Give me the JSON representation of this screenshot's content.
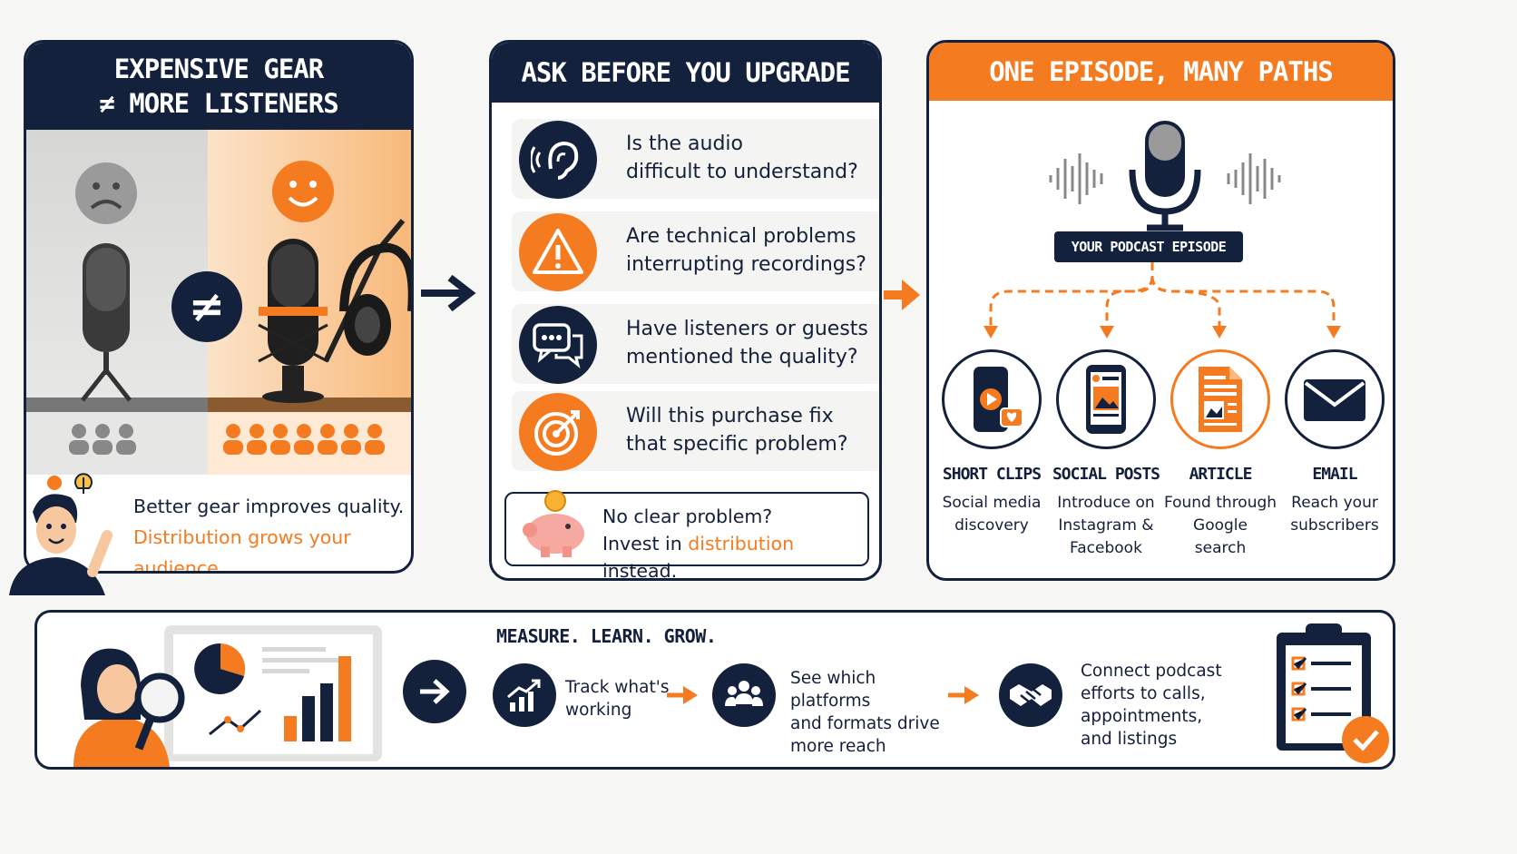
{
  "panel1": {
    "title_line1": "EXPENSIVE GEAR",
    "title_line2": "≠ MORE LISTENERS",
    "neq_symbol": "≠",
    "caption_line1": "Better gear improves quality.",
    "caption_line2": "Distribution grows your audience."
  },
  "panel2": {
    "title": "ASK BEFORE YOU UPGRADE",
    "questions": [
      {
        "line1": "Is the audio",
        "line2": "difficult to understand?",
        "icon": "ear-icon"
      },
      {
        "line1": "Are technical problems",
        "line2": "interrupting recordings?",
        "icon": "warning-icon"
      },
      {
        "line1": "Have listeners or guests",
        "line2": "mentioned the quality?",
        "icon": "chat-icon"
      },
      {
        "line1": "Will this purchase fix",
        "line2": "that specific problem?",
        "icon": "target-icon"
      }
    ],
    "tip_line1": "No clear problem?",
    "tip_prefix": "Invest in ",
    "tip_highlight": "distribution",
    "tip_suffix": " instead."
  },
  "panel3": {
    "title": "ONE EPISODE, MANY PATHS",
    "episode_label": "YOUR PODCAST EPISODE",
    "paths": [
      {
        "title": "SHORT CLIPS",
        "desc_lines": [
          "Social media",
          "discovery"
        ],
        "icon": "phone-video-icon"
      },
      {
        "title": "SOCIAL POSTS",
        "desc_lines": [
          "Introduce on",
          "Instagram &",
          "Facebook"
        ],
        "icon": "social-post-icon"
      },
      {
        "title": "ARTICLE",
        "desc_lines": [
          "Found through",
          "Google",
          "search"
        ],
        "icon": "article-icon"
      },
      {
        "title": "EMAIL",
        "desc_lines": [
          "Reach your",
          "subscribers"
        ],
        "icon": "envelope-icon"
      }
    ]
  },
  "bottom": {
    "title": "MEASURE. LEARN. GROW.",
    "steps": [
      {
        "lines": [
          "Track what's",
          "working"
        ],
        "icon": "growth-chart-icon"
      },
      {
        "lines": [
          "See which platforms",
          "and formats drive",
          "more reach"
        ],
        "icon": "people-icon"
      },
      {
        "lines": [
          "Connect podcast",
          "efforts to calls,",
          "appointments,",
          "and listings"
        ],
        "icon": "handshake-icon"
      }
    ]
  },
  "colors": {
    "navy": "#14213d",
    "orange": "#f47b20",
    "light": "#f4f4f2"
  }
}
